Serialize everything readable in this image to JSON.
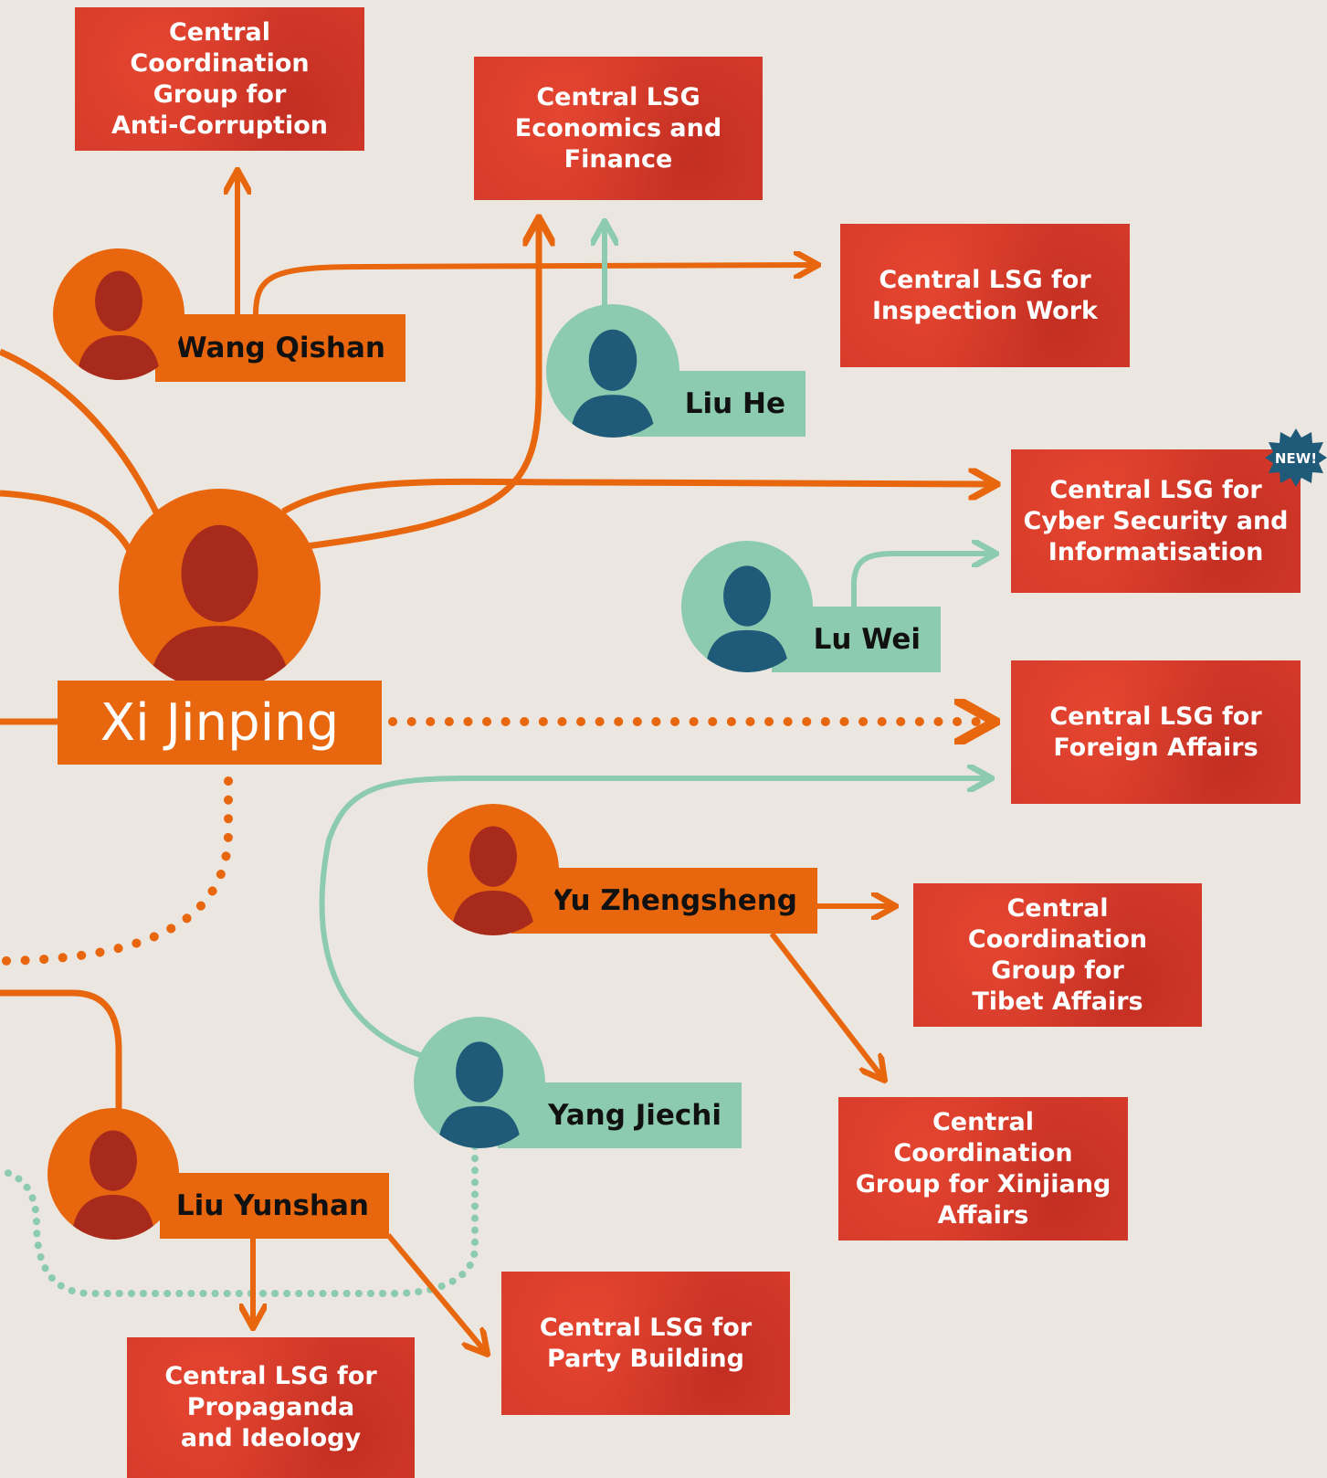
{
  "diagram": {
    "leader": {
      "name": "Xi Jinping"
    },
    "members": [
      {
        "id": "wang-qishan",
        "name": "Wang Qishan"
      },
      {
        "id": "liu-he",
        "name": "Liu He"
      },
      {
        "id": "lu-wei",
        "name": "Lu Wei"
      },
      {
        "id": "yu-zhengsheng",
        "name": "Yu Zhengsheng"
      },
      {
        "id": "yang-jiechi",
        "name": "Yang Jiechi"
      },
      {
        "id": "liu-yunshan",
        "name": "Liu Yunshan"
      }
    ],
    "groups": [
      {
        "id": "anti-corruption",
        "label": "Central Coordination\nGroup for\nAnti-Corruption"
      },
      {
        "id": "economics-finance",
        "label": "Central LSG\nEconomics and\nFinance"
      },
      {
        "id": "inspection",
        "label": "Central LSG for\nInspection Work"
      },
      {
        "id": "cyber-security",
        "label": "Central LSG for\nCyber Security and\nInformatisation"
      },
      {
        "id": "foreign-affairs",
        "label": "Central LSG for\nForeign Affairs"
      },
      {
        "id": "tibet",
        "label": "Central Coordination\nGroup for\nTibet Affairs"
      },
      {
        "id": "xinjiang",
        "label": "Central Coordination\nGroup for Xinjiang\nAffairs"
      },
      {
        "id": "party-building",
        "label": "Central LSG for\nParty Building"
      },
      {
        "id": "propaganda",
        "label": "Central LSG for\nPropaganda\nand Ideology"
      }
    ],
    "new_badge": "NEW!",
    "colors": {
      "background": "#ebe7e0",
      "group_red": "#d63a2a",
      "orange": "#e8670e",
      "teal": "#8ccbb0",
      "badge_navy": "#1f5a78"
    }
  }
}
